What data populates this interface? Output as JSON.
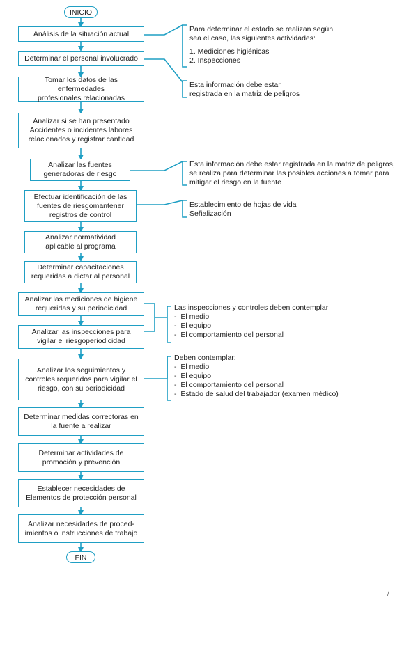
{
  "accent_color": "#1f9fc4",
  "start_label": "INICIO",
  "end_label": "FIN",
  "steps": [
    "Análisis de la situación actual",
    "Determinar el personal involucrado",
    "Tomar los datos de las enfermedades\nprofesionales relacionadas",
    "Analizar si se han presentado\nAccidentes o incidentes labores\nrelacionados y registrar cantidad",
    "Analizar las fuentes\ngeneradoras de riesgo",
    "Efectuar identificación de las\nfuentes de riesgomantener\nregistros de control",
    "Analizar normatividad\naplicable al programa",
    "Determinar capacitaciones\nrequeridas a dictar al personal",
    "Analizar las mediciones de higiene\nrequeridas y su periodicidad",
    "Analizar las inspecciones para\nvigilar el riesgoperiodicidad",
    "Analizar los seguimientos y\ncontroles requeridos para vigilar el\nriesgo, con su periodicidad",
    "Determinar medidas correctoras en\nla fuente a realizar",
    "Determinar actividades de\npromoción y prevención",
    "Establecer necesidades de\nElementos de protección personal",
    "Analizar necesidades de proced-\nimientos o instrucciones de trabajo"
  ],
  "notes": [
    [
      "Para determinar el estado se realizan según",
      "sea el caso, las siguientes actividades:",
      "",
      "1. Mediciones higiénicas",
      "2. Inspecciones"
    ],
    [
      "Esta información debe estar",
      "registrada en la matriz de peligros"
    ],
    [
      "Esta información debe estar registrada en la matriz de peligros,",
      "se realiza para determinar las posibles acciones a tomar para",
      "mitigar el riesgo en la fuente"
    ],
    [
      "Establecimiento de hojas de vida",
      "Señalización"
    ],
    [
      "Las inspecciones y controles deben contemplar",
      "-  El medio",
      "-  El equipo",
      "-  El comportamiento del personal"
    ],
    [
      "Deben contemplar:",
      "-  El medio",
      "-  El equipo",
      "-  El comportamiento del personal",
      "-  Estado de salud del trabajador (examen médico)"
    ]
  ],
  "corner_mark": "/"
}
